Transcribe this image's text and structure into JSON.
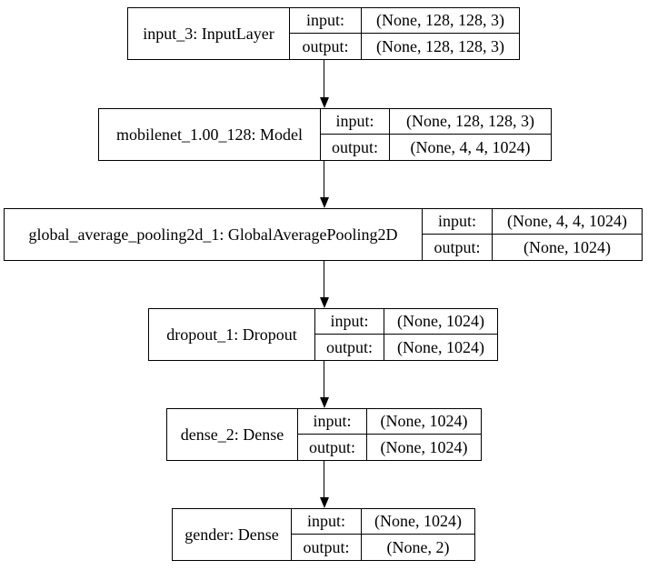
{
  "diagram": {
    "type": "keras-model-plot",
    "colors": {
      "background": "#ffffff",
      "line": "#000000",
      "text": "#000000"
    },
    "nodes": [
      {
        "name": "input_3: InputLayer",
        "input_label": "input:",
        "output_label": "output:",
        "input_shape": "(None, 128, 128, 3)",
        "output_shape": "(None, 128, 128, 3)"
      },
      {
        "name": "mobilenet_1.00_128: Model",
        "input_label": "input:",
        "output_label": "output:",
        "input_shape": "(None, 128, 128, 3)",
        "output_shape": "(None, 4, 4, 1024)"
      },
      {
        "name": "global_average_pooling2d_1: GlobalAveragePooling2D",
        "input_label": "input:",
        "output_label": "output:",
        "input_shape": "(None, 4, 4, 1024)",
        "output_shape": "(None, 1024)"
      },
      {
        "name": "dropout_1: Dropout",
        "input_label": "input:",
        "output_label": "output:",
        "input_shape": "(None, 1024)",
        "output_shape": "(None, 1024)"
      },
      {
        "name": "dense_2: Dense",
        "input_label": "input:",
        "output_label": "output:",
        "input_shape": "(None, 1024)",
        "output_shape": "(None, 1024)"
      },
      {
        "name": "gender: Dense",
        "input_label": "input:",
        "output_label": "output:",
        "input_shape": "(None, 1024)",
        "output_shape": "(None, 2)"
      }
    ],
    "edges": [
      {
        "from": 0,
        "to": 1
      },
      {
        "from": 1,
        "to": 2
      },
      {
        "from": 2,
        "to": 3
      },
      {
        "from": 3,
        "to": 4
      },
      {
        "from": 4,
        "to": 5
      }
    ]
  }
}
